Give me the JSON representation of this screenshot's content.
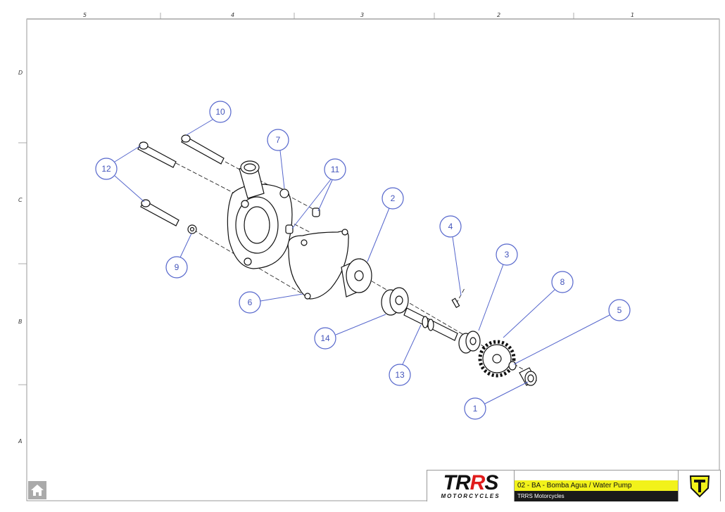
{
  "sheet": {
    "column_labels": [
      "5",
      "4",
      "3",
      "2",
      "1"
    ],
    "row_labels": [
      "D",
      "C",
      "B",
      "A"
    ]
  },
  "callouts": [
    "10",
    "12",
    "7",
    "11",
    "2",
    "4",
    "3",
    "8",
    "5",
    "9",
    "6",
    "14",
    "13",
    "1"
  ],
  "title_block": {
    "logo_text_black": "TR",
    "logo_text_red": "R",
    "logo_text_end": "S",
    "logo_sub": "MOTORCYCLES",
    "title": "02 - BA - Bomba Agua / Water Pump",
    "company": "TRRS Motorcycles",
    "accent_color": "#f2f21a"
  },
  "home_icon": "home-icon"
}
